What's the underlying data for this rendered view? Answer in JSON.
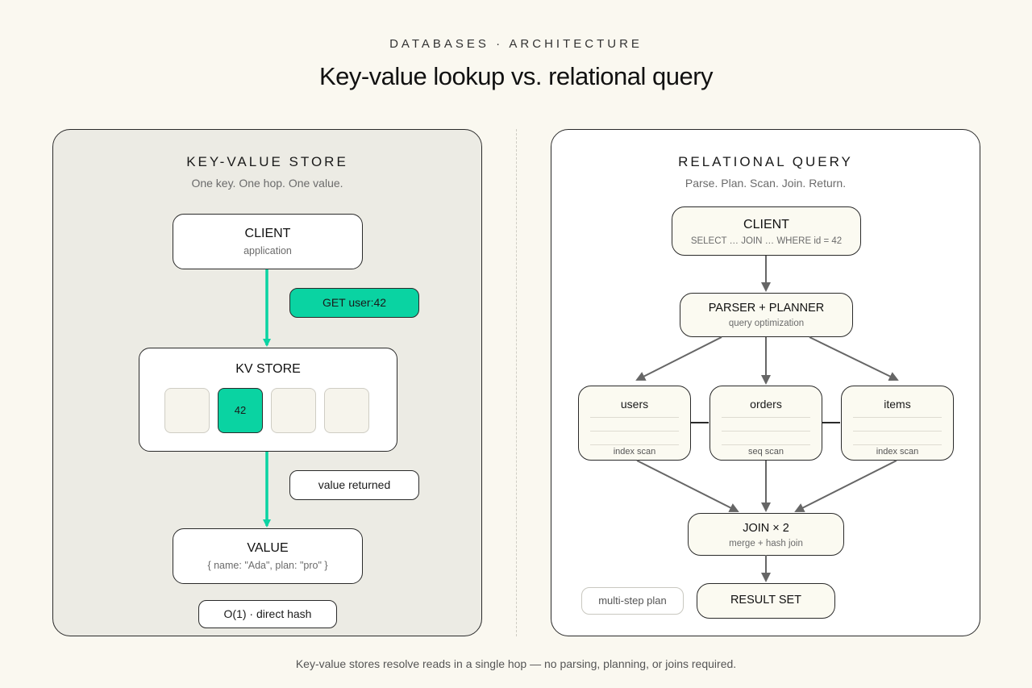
{
  "header": {
    "eyebrow": "DATABASES · ARCHITECTURE",
    "title": "Key-value lookup vs. relational query"
  },
  "kv": {
    "title": "KEY-VALUE STORE",
    "subtitle": "One key. One hop. One value.",
    "client": {
      "title": "CLIENT",
      "subtitle": "application"
    },
    "request": "GET user:42",
    "store": {
      "title": "KV STORE",
      "hit_slot": "42"
    },
    "response": "value returned",
    "value": {
      "title": "VALUE",
      "subtitle": "{ name: \"Ada\", plan: \"pro\" }"
    },
    "complexity": "O(1) · direct hash",
    "accent_color": "#0ad3a2"
  },
  "rel": {
    "title": "RELATIONAL QUERY",
    "subtitle": "Parse. Plan. Scan. Join. Return.",
    "client": {
      "title": "CLIENT",
      "subtitle": "SELECT … JOIN … WHERE id = 42"
    },
    "planner": {
      "title": "PARSER + PLANNER",
      "subtitle": "query optimization"
    },
    "tables": [
      {
        "name": "users",
        "scan": "index scan"
      },
      {
        "name": "orders",
        "scan": "seq scan"
      },
      {
        "name": "items",
        "scan": "index scan"
      }
    ],
    "join": {
      "title": "JOIN × 2",
      "subtitle": "merge + hash join"
    },
    "note": "multi-step plan",
    "result": "RESULT SET"
  },
  "footnote": "Key-value stores resolve reads in a single hop — no parsing, planning, or joins required."
}
